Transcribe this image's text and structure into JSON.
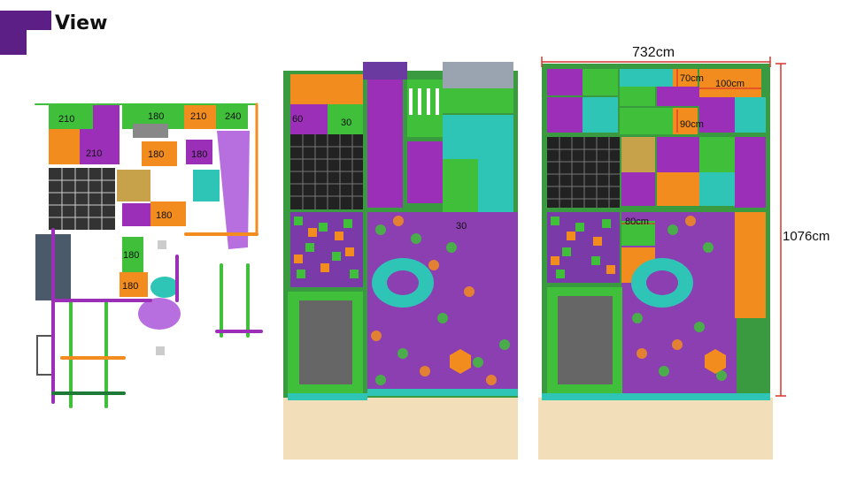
{
  "header": {
    "title": "View"
  },
  "colors": {
    "brand_purple": "#5b1f86",
    "green": "#3fbf3a",
    "orange": "#f28c1e",
    "purple": "#9b2fb8",
    "teal": "#2ec4b6",
    "dark_green": "#1e7a37",
    "grey": "#555555",
    "dim_red": "#d9342b",
    "floor_wood": "#f2dfba"
  },
  "left_view": {
    "labels": [
      "210",
      "180",
      "210",
      "240",
      "210",
      "180",
      "180",
      "180",
      "180",
      "180"
    ]
  },
  "middle_view": {
    "labels": [
      "60",
      "30",
      "30"
    ]
  },
  "right_view": {
    "width_label": "732cm",
    "height_label": "1076cm",
    "labels": [
      "70cm",
      "100cm",
      "90cm",
      "80cm"
    ]
  }
}
